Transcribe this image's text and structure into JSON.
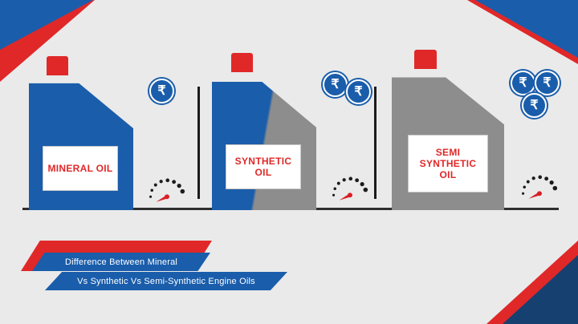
{
  "colors": {
    "background": "#eaeaea",
    "brand_blue": "#1a5dab",
    "brand_red": "#e02828",
    "gray_oil": "#8d8d8d",
    "corner_navy": "#16406f",
    "ground_line": "#2e2e2e",
    "label_text_red": "#e02828"
  },
  "currency": {
    "symbol": "₹"
  },
  "sections": [
    {
      "id": "mineral",
      "label": "MINERAL OIL",
      "jug_color": "blue",
      "coin_count": 1,
      "coin_icon": "rupee-coin",
      "gauge_icon": "price-gauge",
      "gauge_level": "low"
    },
    {
      "id": "synthetic",
      "label": "SYNTHETIC OIL",
      "jug_color": "blue-gray",
      "coin_count": 2,
      "coin_icon": "rupee-coin",
      "gauge_icon": "price-gauge",
      "gauge_level": "low"
    },
    {
      "id": "semi-synthetic",
      "label": "SEMI SYNTHETIC OIL",
      "jug_color": "gray",
      "coin_count": 3,
      "coin_icon": "rupee-coin",
      "gauge_icon": "price-gauge",
      "gauge_level": "low"
    }
  ],
  "caption": {
    "line1": "Difference Between Mineral",
    "line2": "Vs Synthetic Vs Semi-Synthetic Engine Oils"
  }
}
